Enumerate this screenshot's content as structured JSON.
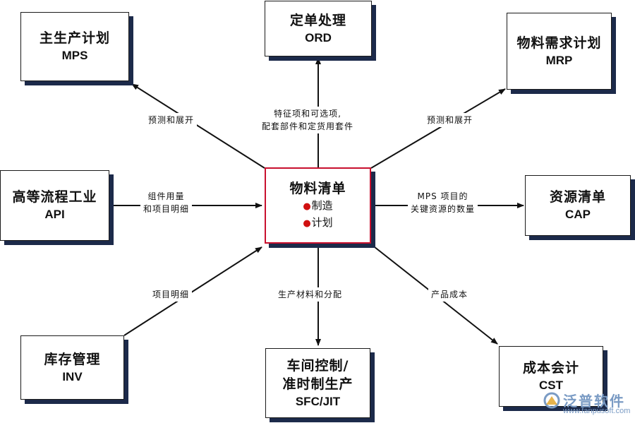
{
  "center": {
    "title": "物料清单",
    "items": [
      "制造",
      "计划"
    ]
  },
  "nodes": {
    "mps": {
      "title": "主生产计划",
      "code": "MPS"
    },
    "ord": {
      "title": "定单处理",
      "code": "ORD"
    },
    "mrp": {
      "title": "物料需求计划",
      "code": "MRP"
    },
    "api": {
      "title": "高等流程工业",
      "code": "API"
    },
    "cap": {
      "title": "资源清单",
      "code": "CAP"
    },
    "inv": {
      "title": "库存管理",
      "code": "INV"
    },
    "sfc": {
      "title1": "车间控制/",
      "title2": "准时制生产",
      "code": "SFC/JIT"
    },
    "cst": {
      "title": "成本会计",
      "code": "CST"
    }
  },
  "labels": {
    "mps": "预测和展开",
    "ord_1": "特征项和可选项,",
    "ord_2": "配套部件和定货用套件",
    "mrp": "预测和展开",
    "api_1": "组件用量",
    "api_2": "和项目明细",
    "cap_1": "MPS 项目的",
    "cap_2": "关键资源的数量",
    "inv": "项目明细",
    "sfc": "生产材料和分配",
    "cst": "产品成本"
  },
  "watermark": {
    "brand": "泛普软件",
    "url": "www.fanpusoft.com"
  },
  "colors": {
    "shadow": "#1c2a4a",
    "center_border": "#c8102e",
    "bullet": "#d01010",
    "watermark": "#7a9bc4"
  }
}
